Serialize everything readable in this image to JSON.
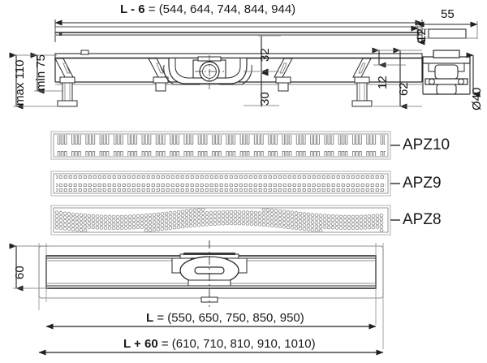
{
  "drawing": {
    "title": "Linear shower drain technical drawing",
    "units": "mm",
    "line_color": "#231f20",
    "hatch_color": "#8c8c8c",
    "text_color": "#111111"
  },
  "top_view": {
    "dimension_label_prefix": "L - 6",
    "dimension_label_equals": "=",
    "dimension_label_values": "(544, 644, 744, 844, 944)",
    "dimension_label_full": "L - 6 = (544, 644, 744, 844, 944)"
  },
  "section_view": {
    "left_dimensions": [
      {
        "name": "max-height",
        "label": "max 110"
      },
      {
        "name": "min-height",
        "label": "min 75"
      }
    ],
    "center_dimensions": [
      {
        "name": "upper-offset",
        "label": "32"
      },
      {
        "name": "lower-offset",
        "label": "30"
      }
    ],
    "right_dimensions": [
      {
        "name": "flange-thickness",
        "label": "12"
      },
      {
        "name": "body-height",
        "label": "62"
      }
    ]
  },
  "end_view": {
    "width_label": "55",
    "flange_label": "12",
    "outlet_label": "Ø40"
  },
  "grates": [
    {
      "id": "apz10",
      "label": "APZ10",
      "pattern": "slots"
    },
    {
      "id": "apz9",
      "label": "APZ9",
      "pattern": "squares"
    },
    {
      "id": "apz8",
      "label": "APZ8",
      "pattern": "wave-dots"
    }
  ],
  "plan_view": {
    "height_label": "60",
    "length_label_prefix": "L",
    "length_label_equals": "=",
    "length_label_values": "(550, 650, 750, 850, 950)",
    "length_label_full": "L = (550, 650, 750, 850, 950)",
    "overall_label_prefix": "L + 60",
    "overall_label_equals": "=",
    "overall_label_values": "(610, 710, 810, 910, 1010)",
    "overall_label_full": "L + 60 = (610, 710, 810, 910, 1010)"
  }
}
